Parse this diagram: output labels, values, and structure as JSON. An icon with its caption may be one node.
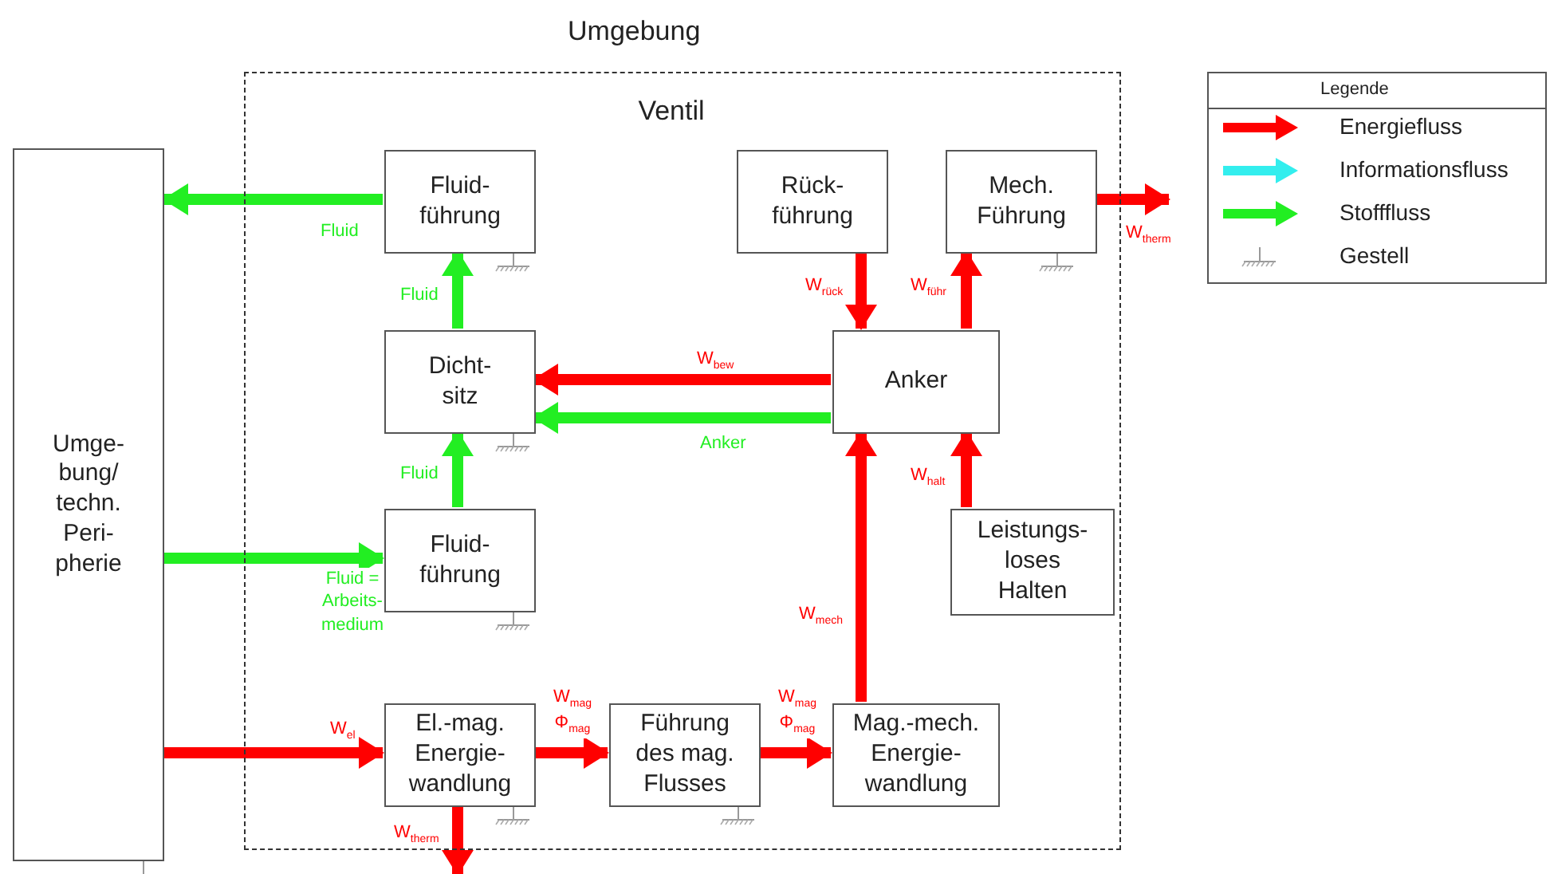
{
  "diagram": {
    "nodes": [
      {
        "text": [
          "Ventil"
        ]
      },
      {
        "text": [
          "Umge- bung/ techn. Peri- pherie"
        ]
      },
      {
        "text": [
          "Fluid- führung"
        ],
        "in": 0
      },
      {
        "text": [
          "Rück- führung"
        ],
        "in": 0
      },
      {
        "text": [
          "Mech. Führung"
        ],
        "in": 0
      },
      {
        "text": [
          "Dicht- sitz"
        ],
        "in": 0
      },
      {
        "text": [
          "Anker"
        ],
        "in": 0
      },
      {
        "text": [
          "Fluid- führung"
        ],
        "in": 0
      },
      {
        "text": [
          "Leistungs- loses Halten"
        ],
        "in": 0
      },
      {
        "text": [
          "El.-mag. Energie- wandlung"
        ],
        "in": 0
      },
      {
        "text": [
          "Führung des mag. Flusses"
        ],
        "in": 0
      },
      {
        "text": [
          "Mag.-mech. Energie- wandlung"
        ],
        "in": 0
      }
    ],
    "edges": [
      {
        "from": 2,
        "to": 1,
        "arrow": "to",
        "label": "Fluid",
        "color": "#22ee22"
      },
      {
        "from": 5,
        "to": 2,
        "arrow": "to",
        "label": "Fluid",
        "color": "#22ee22"
      },
      {
        "from": 7,
        "to": 5,
        "arrow": "to",
        "label": "Fluid",
        "color": "#22ee22"
      },
      {
        "from": 1,
        "to": 7,
        "arrow": "to",
        "label": "Fluid = Arbeits- medium",
        "color": "#22ee22"
      },
      {
        "from": 3,
        "to": 6,
        "arrow": "to",
        "label": "W$_{rück}$"
      },
      {
        "from": 6,
        "to": 4,
        "arrow": "to",
        "label": "W$_{führ}$"
      },
      {
        "from": 6,
        "to": 5,
        "arrow": "to",
        "label": "W$_{bew}$"
      },
      {
        "from": 6,
        "to": 5,
        "arrow": "to",
        "label": "Anker",
        "color": "#22ee22"
      },
      {
        "from": 8,
        "to": 6,
        "arrow": "to",
        "label": "W$_{halt}$"
      },
      {
        "from": 11,
        "to": 6,
        "arrow": "to",
        "label": "W$_{mech}$"
      },
      {
        "from": 1,
        "to": 9,
        "arrow": "to",
        "label": "W$_{el}$"
      },
      {
        "from": 9,
        "to": 10,
        "arrow": "to",
        "label": "W$_{mag}$ Φ$_{mag}$"
      },
      {
        "from": 10,
        "to": 11,
        "arrow": "to",
        "label": "W$_{mag}$ Φ$_{mag}$"
      },
      {
        "from": 4,
        "to": null,
        "arrow": "to",
        "label": "W$_{therm}$"
      },
      {
        "from": 9,
        "to": null,
        "arrow": "to",
        "label": "W$_{therm}$"
      }
    ],
    "labels": [
      "Umgebung",
      "Legende"
    ],
    "legend": [
      {
        "text": "Energiefluss",
        "color": "#ff0000"
      },
      {
        "text": "Informationsfluss",
        "color": "#33eeee"
      },
      {
        "text": "Stofffluss",
        "color": "#22ee22"
      },
      {
        "text": "Gestell"
      }
    ]
  }
}
